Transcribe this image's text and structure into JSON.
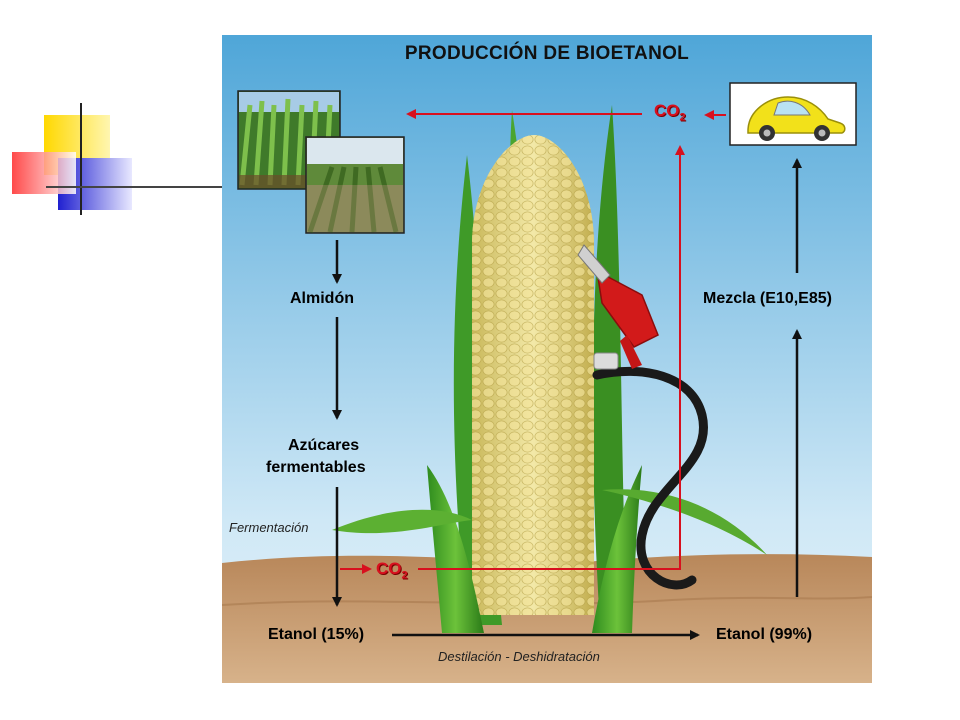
{
  "diagram": {
    "title": "PRODUCCIÓN DE BIOETANOL",
    "steps": {
      "starch": "Almidón",
      "sugars_line1": "Azúcares",
      "sugars_line2": "fermentables",
      "ethanol15": "Etanol (15%)",
      "ethanol99": "Etanol (99%)",
      "blend": "Mezcla (E10,E85)"
    },
    "processes": {
      "fermentation": "Fermentación",
      "distillation": "Destilación - Deshidratación"
    },
    "co2": {
      "label": "CO",
      "subscript": "2"
    }
  },
  "colors": {
    "arrow_black": "#111111",
    "arrow_red": "#d8101e",
    "sky_top": "#4fa6d8",
    "sky_bottom": "#dbeef8",
    "soil": "#b88a5e",
    "car": "#f2e11a"
  },
  "icons": [
    "corn-field-photo",
    "crop-field-photo",
    "car-icon",
    "fuel-nozzle-icon",
    "corn-cob-illustration"
  ]
}
